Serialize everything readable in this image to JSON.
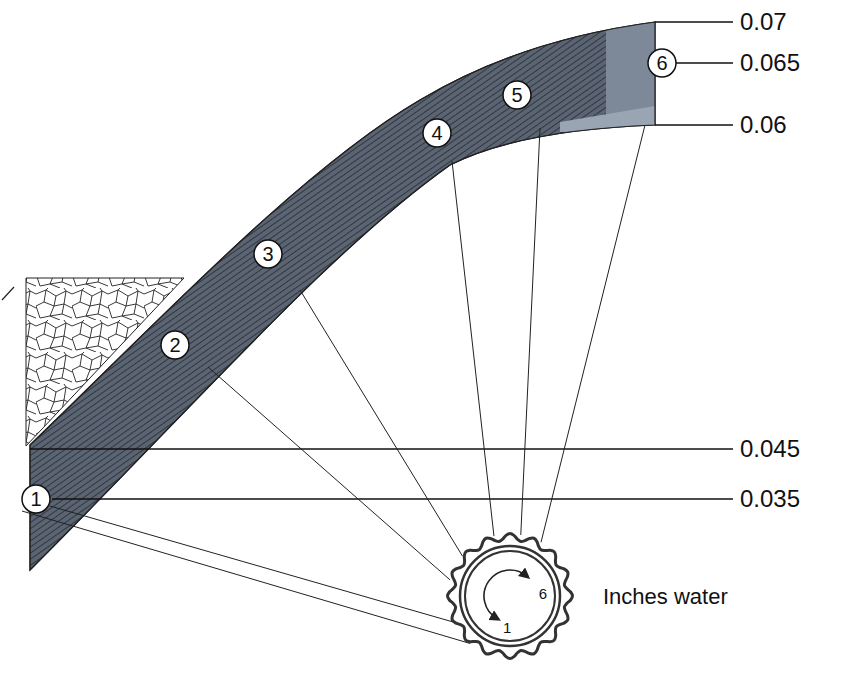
{
  "diagram": {
    "nodes": [
      {
        "text": [
          "1"
        ]
      },
      {
        "text": [
          "2"
        ]
      },
      {
        "text": [
          "3"
        ]
      },
      {
        "text": [
          "4"
        ]
      },
      {
        "text": [
          "5"
        ]
      },
      {
        "text": [
          "6"
        ]
      }
    ],
    "labels": [
      "0.07",
      "0.065",
      "0.06",
      "0.045",
      "0.035",
      "6",
      "1",
      "Inches water"
    ]
  }
}
